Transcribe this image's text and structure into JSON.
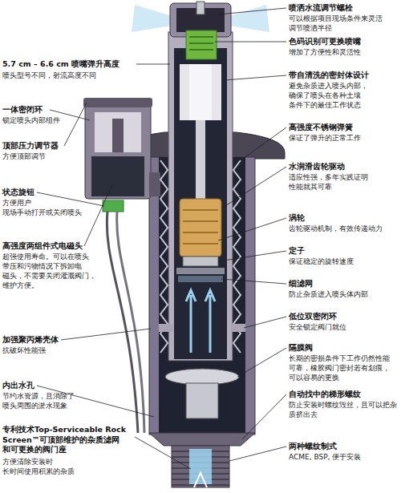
{
  "diagram": {
    "labels": [
      "喷洒水流调节螺栓",
      "可以根据项目现场条件来灵活 调节喷洒半径",
      "色码识别可更换喷嘴",
      "增加了方便性和灵活性",
      "带自清洗的密封体设计",
      "避免杂质进入喷头内部， 确保了喷头在各种土壤 条件下的最佳工作状态",
      "高强度不锈钢弹簧",
      "保证了弹升的正常工作",
      "水润滑齿轮驱动",
      "适应性强，多年实践证明 性能就其可靠",
      "涡轮",
      "齿轮驱动机制，有效传递动力",
      "定子",
      "保证稳定的旋转速度",
      "细滤网",
      "防止杂质进入喷头体内部",
      "低位双密闭环",
      "安全锁定阀门就位",
      "隔膜阀",
      "长期的密损条件下工作仍然性能 可靠，橡胶阀门密封若有划痕， 可以容易的更换",
      "自动找中的梯形螺纹",
      "防止安装时螺纹毁丝，且可以把杂 质挤出去",
      "两种螺纹制式",
      "ACME, BSP, 便于安装",
      "5.7 cm – 6.6 cm 喷嘴弹升高度",
      "喷头型号不同，射流高度不同",
      "一体密闭环",
      "锁定喷头内部组件",
      "顶部压力调节器",
      "方便顶部调节",
      "状态旋钮",
      "方便用户 现场手动打开或关闭喷头",
      "高强度两组件式电磁头",
      "超强使用寿命。可以在喷头 带压和污物情况下拆卸电 磁头，不需要关闭灌溉阀门， 维护方便。",
      "加强聚丙烯壳体",
      "抗破坏性能强",
      "内出水孔",
      "节约水资源，且消除了 喷头周围的淤水现象",
      "专利技术Top-Serviceable Rock Screen™可顶部维护的杂质滤网 和可更换的阀门座",
      "方便清除安装时 长时间使用积累的杂质"
    ]
  }
}
